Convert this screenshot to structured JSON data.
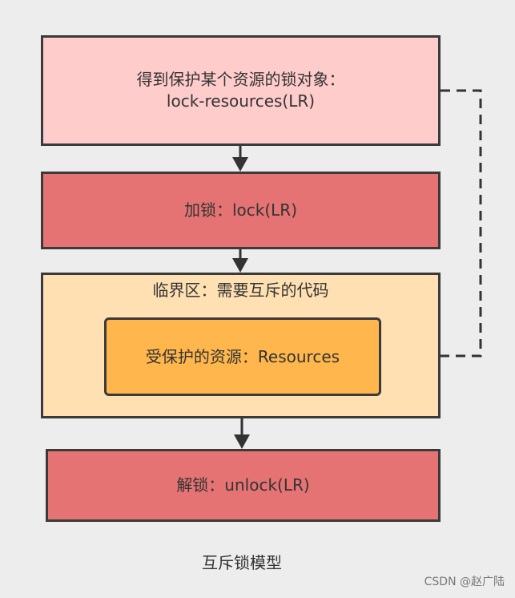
{
  "colors": {
    "acquire_fill": "#ffcccc",
    "lock_fill": "#e57373",
    "critical_fill": "#ffe0b2",
    "resource_fill": "#ffb74d",
    "unlock_fill": "#e57373",
    "border": "#3a3a3a",
    "background": "#ededed"
  },
  "nodes": {
    "acquire": {
      "label": "得到保护某个资源的锁对象：\nlock-resources(LR)"
    },
    "lock": {
      "label": "加锁：lock(LR)"
    },
    "critical_section": {
      "label": "临界区：需要互斥的代码"
    },
    "resource": {
      "label": "受保护的资源：Resources"
    },
    "unlock": {
      "label": "解锁：unlock(LR)"
    }
  },
  "caption": "互斥锁模型",
  "watermark": "CSDN @赵广陆"
}
